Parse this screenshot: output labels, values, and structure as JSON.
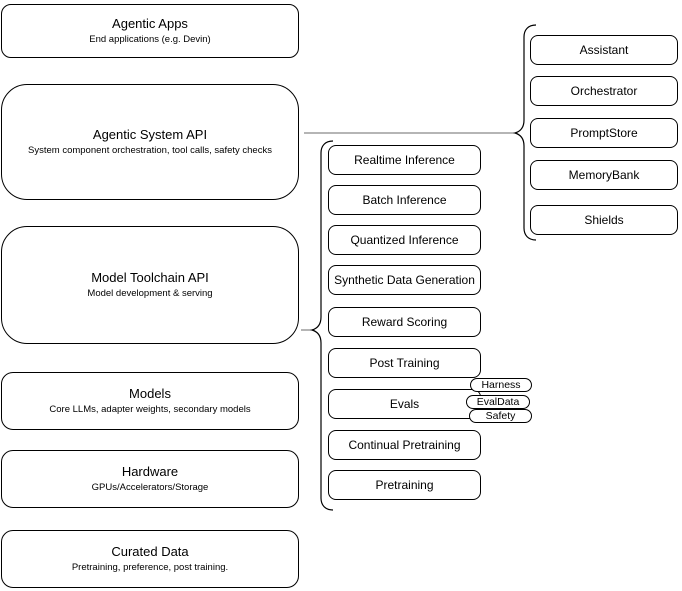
{
  "diagram": {
    "left_stack": [
      {
        "title": "Agentic Apps",
        "subtitle": "End applications (e.g. Devin)"
      },
      {
        "title": "Agentic System API",
        "subtitle": "System component orchestration, tool calls, safety checks"
      },
      {
        "title": "Model Toolchain API",
        "subtitle": "Model development & serving"
      },
      {
        "title": "Models",
        "subtitle": "Core LLMs, adapter weights, secondary models"
      },
      {
        "title": "Hardware",
        "subtitle": "GPUs/Accelerators/Storage"
      },
      {
        "title": "Curated Data",
        "subtitle": "Pretraining, preference, post training."
      }
    ],
    "toolchain_group": [
      "Realtime Inference",
      "Batch Inference",
      "Quantized Inference",
      "Synthetic Data Generation",
      "Reward Scoring",
      "Post Training",
      "Evals",
      "Continual Pretraining",
      "Pretraining"
    ],
    "evals_tags": [
      "Harness",
      "EvalData",
      "Safety"
    ],
    "system_group": [
      "Assistant",
      "Orchestrator",
      "PromptStore",
      "MemoryBank",
      "Shields"
    ],
    "colors": {
      "stroke": "#000000",
      "background": "#ffffff",
      "connector": "#6b6b6b"
    }
  }
}
